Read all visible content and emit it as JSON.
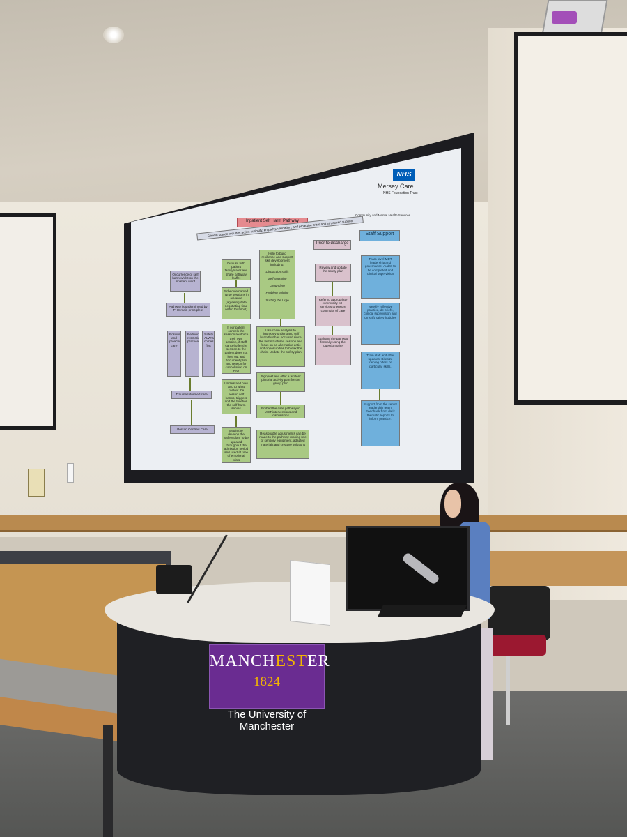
{
  "slide": {
    "logo_badge": "NHS",
    "org_name": "Mersey Care",
    "org_sub": "NHS Foundation Trust",
    "org_tag": "Community and Mental Health Services",
    "title": "Inpatient Self Harm Pathway",
    "banner": "Clinical stance includes active curiosity, empathy, validation, and proactive crisis and structured support",
    "col1": {
      "occurrence": "Occurrence of self harm whilst on the inpatient ward",
      "underpinned": "Pathway is underpinned by PHE main principles:",
      "principles": [
        "Positive and proactive care",
        "Reducing restrictive practice",
        "Safety ALWAYS comes first"
      ],
      "trauma": "Trauma Informed care",
      "person": "Person Centred Care"
    },
    "col2": {
      "discuss": "Discuss with patient family/carer and share pathway leaflet",
      "schedule": "Schedule named nurse sessions in advance (agreeing date negotiating time within that shift)",
      "cancels": "If our patient cancels the session reinforce their own session, if staff cancel offer the session to the patient does not lose out and document plan and reason for cancellation on RIO",
      "understand": "Understand how and to what context the person self harms, triggers and the function the self-harm serves",
      "develop": "Begin the develop the Safety plan, to be updated throughout the admission period and used at time of emotional crisis"
    },
    "col3": {
      "help": "Help to build resilience and support skill development including:",
      "skills": [
        "Distraction skills",
        "Self-soothing",
        "Grounding",
        "Problem solving",
        "Surfing the Urge"
      ],
      "chain": "Use chain analysis to rigorously understand self harm that has occurred since the last structured session and focus on an alternative antic and opportunities to break the chain. Update the safety plan",
      "signpost": "Signpost and offer a written/ pictorial activity plan for the group plan",
      "embed": "Embed the care pathway in MDT interventions and discussions",
      "adjust": "Reasonable adjustments can be made to the pathway making use of sensory equipment, adapted materials and creative solutions"
    },
    "col4": {
      "header": "Prior to discharge",
      "review": "Review and update the safety plan",
      "refer": "Refer to appropriate community MH services to ensure continuity of care",
      "evaluate": "Evaluate the pathway formally using the questionnaire"
    },
    "col5": {
      "header": "Staff Support",
      "items": [
        "Team level MDT leadership and governance. Audits to be completed and clinical supervision",
        "Weekly reflective practice, de briefs, clinical supervision and on shift safety huddles",
        "Train staff and offer updates. Bitesize training offers on particular skills.",
        "Support from the senior leadership team. Feedback from datix thematic reports to inform practice."
      ]
    }
  },
  "lectern": {
    "brand_main_a": "MANCH",
    "brand_main_b": "EST",
    "brand_main_c": "ER",
    "brand_year": "1824",
    "brand_sub": "The University of Manchester"
  },
  "colors": {
    "manchester_purple": "#6a2c91",
    "manchester_gold": "#f3b600",
    "nhs_blue": "#005eb8"
  }
}
